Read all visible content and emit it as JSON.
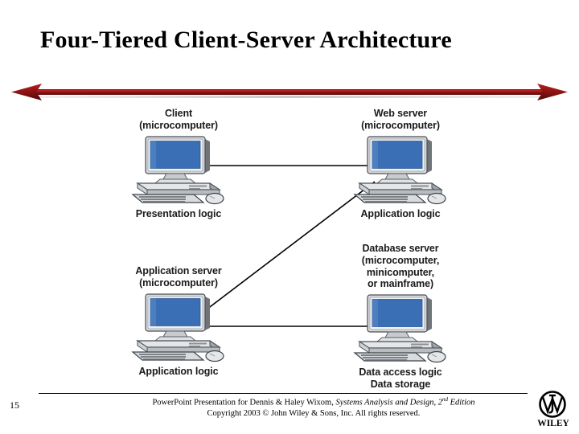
{
  "slide": {
    "title": "Four-Tiered Client-Server Architecture",
    "page_number": "15",
    "accent_color": "#9e1b1b",
    "screen_color": "#3a6fb5"
  },
  "divider": {
    "name": "red-double-arrow",
    "color": "#a01515"
  },
  "diagram": {
    "nodes": [
      {
        "id": "client",
        "label": "Client\n(microcomputer)",
        "caption": "Presentation logic",
        "icon": "desktop-computer-icon"
      },
      {
        "id": "web-server",
        "label": "Web server\n(microcomputer)",
        "caption": "Application logic",
        "icon": "desktop-computer-icon"
      },
      {
        "id": "application-server",
        "label": "Application server\n(microcomputer)",
        "caption": "Application logic",
        "icon": "desktop-computer-icon"
      },
      {
        "id": "database-server",
        "label": "Database server\n(microcomputer,\nminicomputer,\nor mainframe)",
        "caption": "Data access logic\nData storage",
        "icon": "desktop-computer-icon"
      }
    ],
    "links": [
      {
        "from": "client",
        "to": "web-server",
        "style": "horizontal"
      },
      {
        "from": "web-server",
        "to": "application-server",
        "style": "diagonal"
      },
      {
        "from": "application-server",
        "to": "database-server",
        "style": "horizontal"
      }
    ]
  },
  "footer": {
    "line1_prefix": "PowerPoint Presentation for Dennis & Haley Wixom, ",
    "line1_italic": "Systems Analysis and Design, 2",
    "line1_italic_sup": "nd",
    "line1_italic_tail": " Edition",
    "line2": "Copyright 2003 © John Wiley & Sons, Inc.  All rights reserved.",
    "publisher": "WILEY"
  }
}
